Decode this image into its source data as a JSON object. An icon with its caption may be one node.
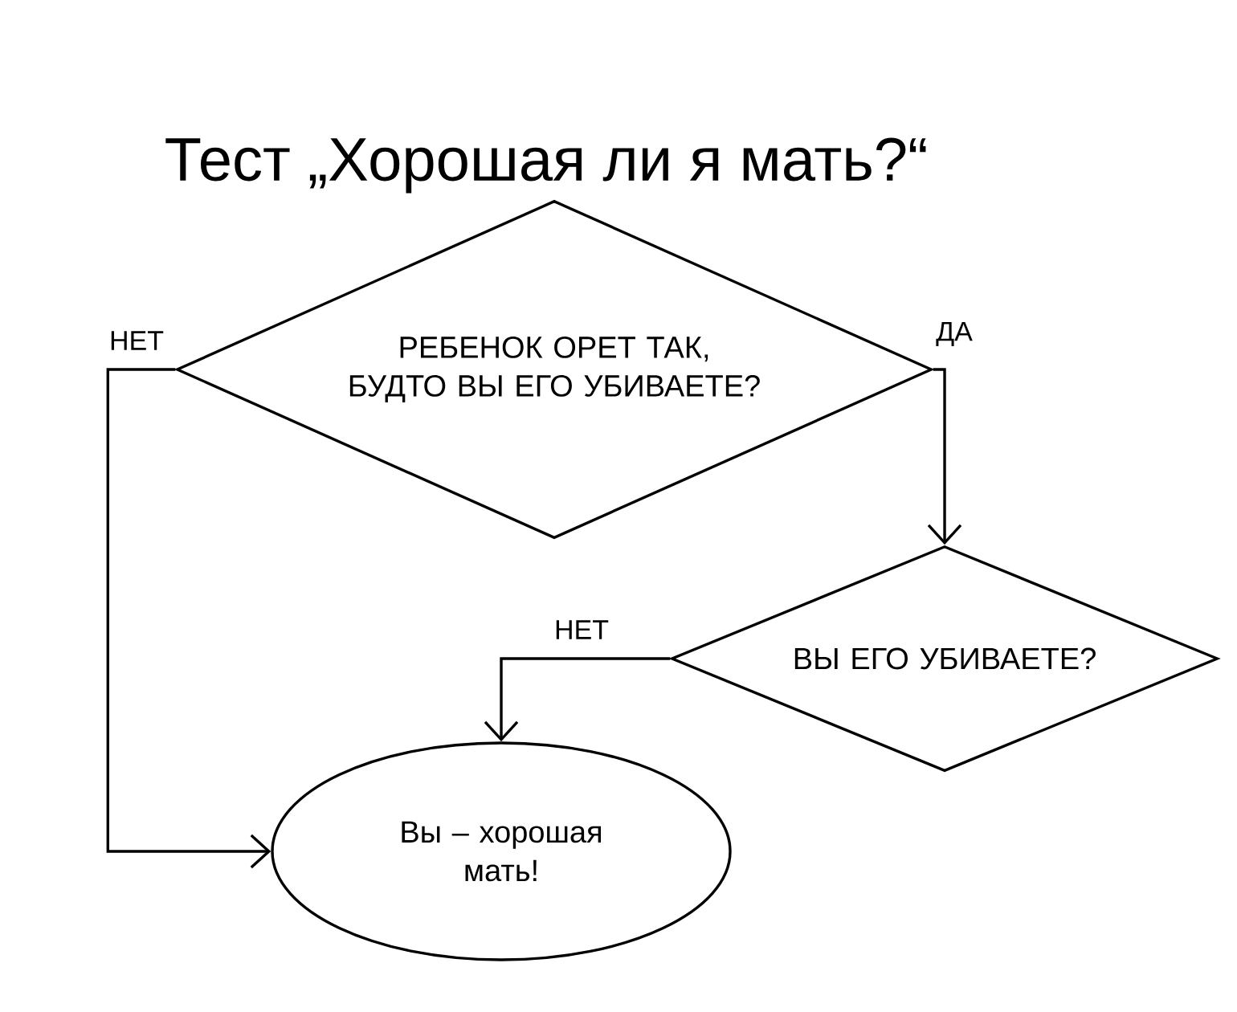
{
  "diagram": {
    "title": "Тест „Хорошая ли я мать?“",
    "nodes": [
      {
        "text": [
          "РЕБЕНОК ОРЕТ ТАК, БУДТО ВЫ ЕГО УБИВАЕТЕ?"
        ]
      },
      {
        "text": [
          "ВЫ ЕГО УБИВАЕТЕ?"
        ]
      },
      {
        "text": [
          "Вы – хорошая мать!"
        ]
      }
    ],
    "edges": [
      {
        "from": 0,
        "to": 2,
        "arrow": "to",
        "label": "НЕТ"
      },
      {
        "from": 0,
        "to": 1,
        "arrow": "to",
        "label": "ДА"
      },
      {
        "from": 1,
        "to": 2,
        "arrow": "to",
        "label": "НЕТ"
      }
    ]
  }
}
